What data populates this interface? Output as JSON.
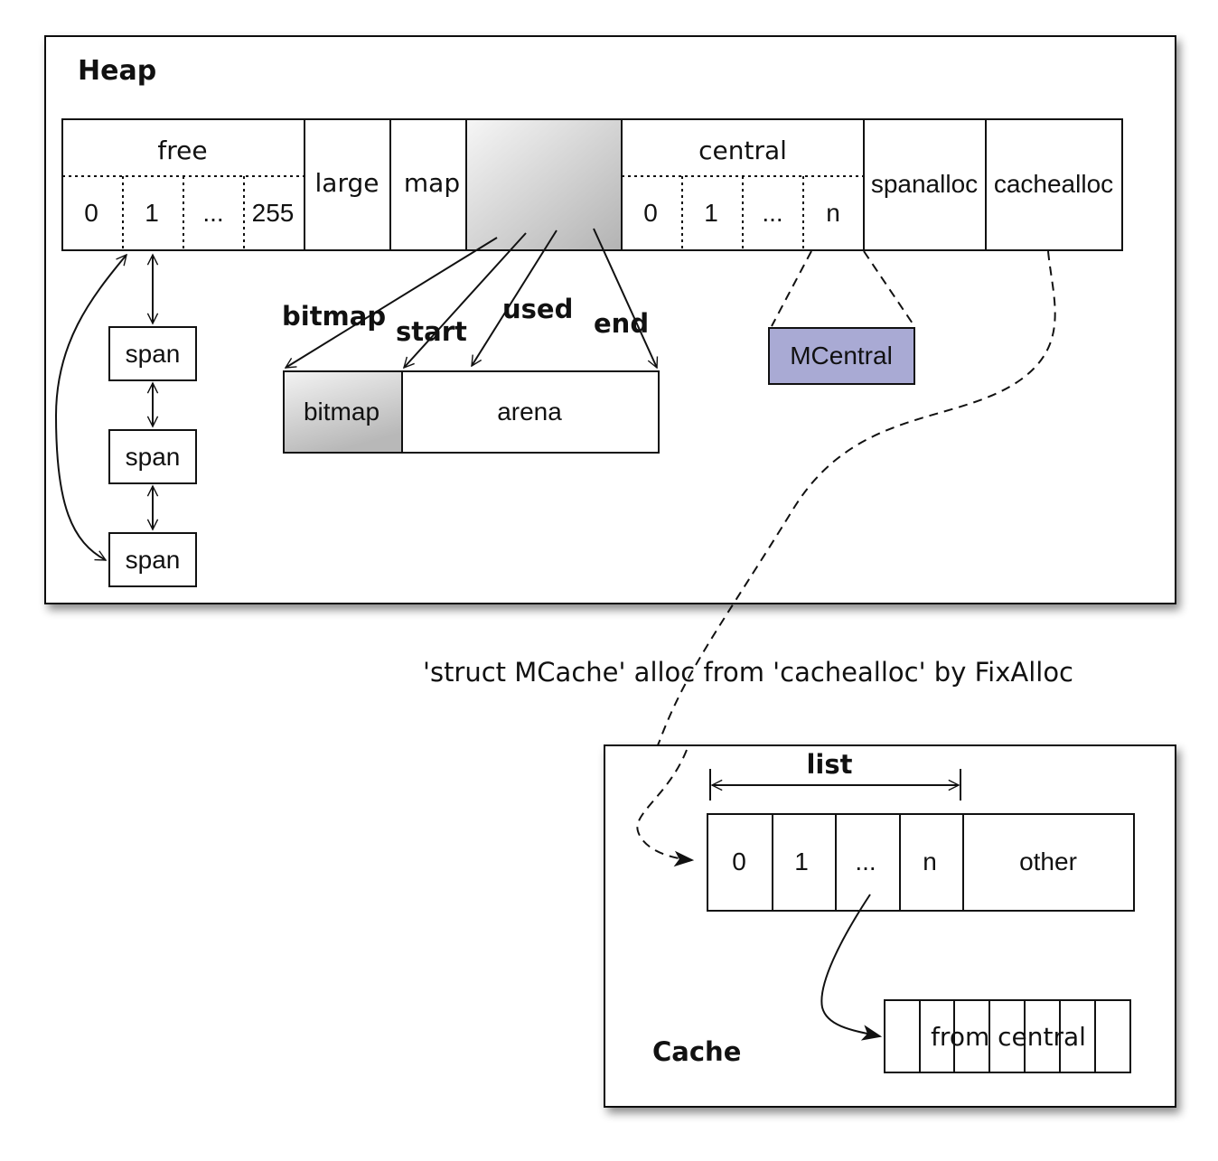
{
  "heap": {
    "title": "Heap",
    "free": {
      "label": "free",
      "slots": [
        "0",
        "1",
        "...",
        "255"
      ]
    },
    "large": "large",
    "map": "map",
    "central": {
      "label": "central",
      "slots": [
        "0",
        "1",
        "...",
        "n"
      ]
    },
    "spanalloc": "spanalloc",
    "cachealloc": "cachealloc",
    "spans": [
      "span",
      "span",
      "span"
    ],
    "arena_pointers": [
      "bitmap",
      "start",
      "used",
      "end"
    ],
    "arena_blocks": {
      "bitmap": "bitmap",
      "arena": "arena"
    },
    "mcentral": "MCentral"
  },
  "caption": "'struct MCache' alloc from 'cachealloc' by FixAlloc",
  "cache": {
    "title": "Cache",
    "list_label": "list",
    "slots": [
      "0",
      "1",
      "...",
      "n"
    ],
    "other": "other",
    "from_central": "from central"
  },
  "colors": {
    "mcentral_fill": "#a9aad4",
    "shade_light": "#f4f4f4",
    "shade_dark": "#b5b5b5"
  }
}
